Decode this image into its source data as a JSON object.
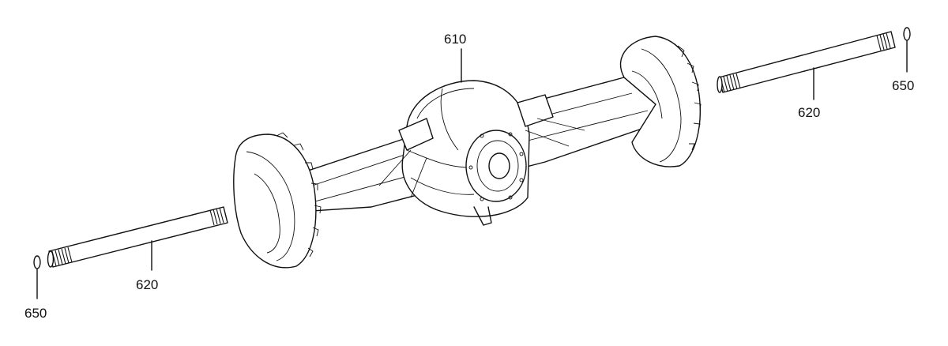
{
  "diagram": {
    "parts": [
      {
        "id": "axle_housing",
        "label": "610"
      },
      {
        "id": "axle_shaft_right",
        "label": "620"
      },
      {
        "id": "axle_shaft_left",
        "label": "620"
      },
      {
        "id": "ring_right",
        "label": "650"
      },
      {
        "id": "ring_left",
        "label": "650"
      }
    ],
    "colors": {
      "line": "#111111",
      "background": "#ffffff"
    }
  }
}
